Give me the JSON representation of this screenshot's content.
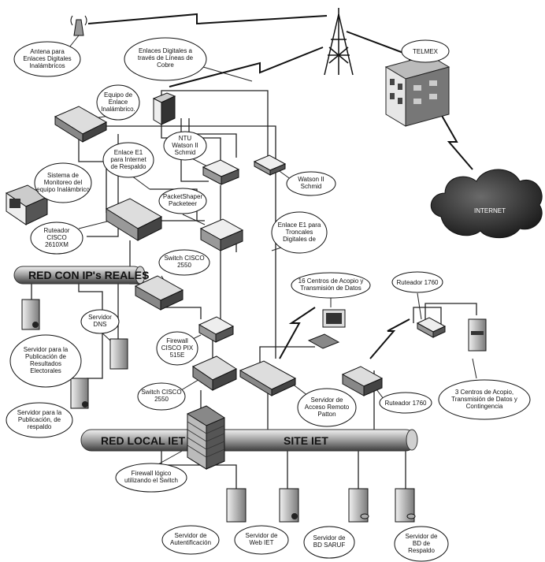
{
  "buses": {
    "real_ip": "RED CON IP's REALES",
    "local": "RED LOCAL IET",
    "site": "SITE IET"
  },
  "labels": {
    "antena": [
      "Antena para",
      "Enlaces Digitales",
      "Inalámbricos"
    ],
    "enlaces_cobre": [
      "Enlaces Digitales a",
      "través de Líneas de",
      "Cobre"
    ],
    "telmex": [
      "TELMEX"
    ],
    "internet": [
      "INTERNET"
    ],
    "equipo_enlace": [
      "Equipo de",
      "Enlace",
      "Inalámbrico."
    ],
    "ntu": [
      "NTU",
      "Watson II",
      "Schmid"
    ],
    "enlace_e1_internet": [
      "Enlace E1",
      "para Internet",
      "de Respaldo"
    ],
    "watson": [
      "Watson II",
      "Schmid"
    ],
    "monitoreo": [
      "Sistema de",
      "Monitoreo del",
      "equipo Inalámbrico"
    ],
    "packetshaper": [
      "PacketShaper",
      "Packeteer"
    ],
    "enlace_e1_troncales": [
      "Enlace E1 para",
      "Troncales",
      "Digitales de"
    ],
    "ruteador_2610": [
      "Ruteador",
      "CISCO",
      "2610XM"
    ],
    "switch_2550_top": [
      "Switch CISCO",
      "2550"
    ],
    "centros16": [
      "16 Centros de Acopio y",
      "Transmisión de Datos"
    ],
    "ruteador_1760_top": [
      "Ruteador 1760"
    ],
    "servidor_dns": [
      "Servidor",
      "DNS"
    ],
    "servidor_publicacion": [
      "Servidor para la",
      "Publicación de",
      "Resultados",
      "Electorales"
    ],
    "firewall_pix": [
      "Firewall",
      "CISCO PIX",
      "515E"
    ],
    "switch_2550_bottom": [
      "Switch CISCO",
      "2550"
    ],
    "servidor_respaldo_pub": [
      "Servidor para la",
      "Publicación, de",
      "respaldo"
    ],
    "servidor_acceso": [
      "Servidor de",
      "Acceso Remoto",
      "Patton"
    ],
    "ruteador_1760_bottom": [
      "Ruteador 1760"
    ],
    "centros3": [
      "3 Centros de Acopio,",
      "Transmisión de Datos y",
      "Contingencia"
    ],
    "firewall_logico": [
      "Firewall lógico",
      "utilizando el Switch"
    ],
    "servidor_autentificacion": [
      "Servidor de",
      "Autentificación"
    ],
    "servidor_web": [
      "Servidor de",
      "Web IET"
    ],
    "servidor_saruf": [
      "Servidor de",
      "BD SARUF"
    ],
    "servidor_bd_respaldo": [
      "Servidor de",
      "BD de",
      "Respaldo"
    ]
  },
  "colors": {
    "ink": "#111111",
    "device_light": "#d9d9d9",
    "device_mid": "#9a9a9a",
    "device_dark": "#444444",
    "cloud": "#2b2b2b"
  }
}
